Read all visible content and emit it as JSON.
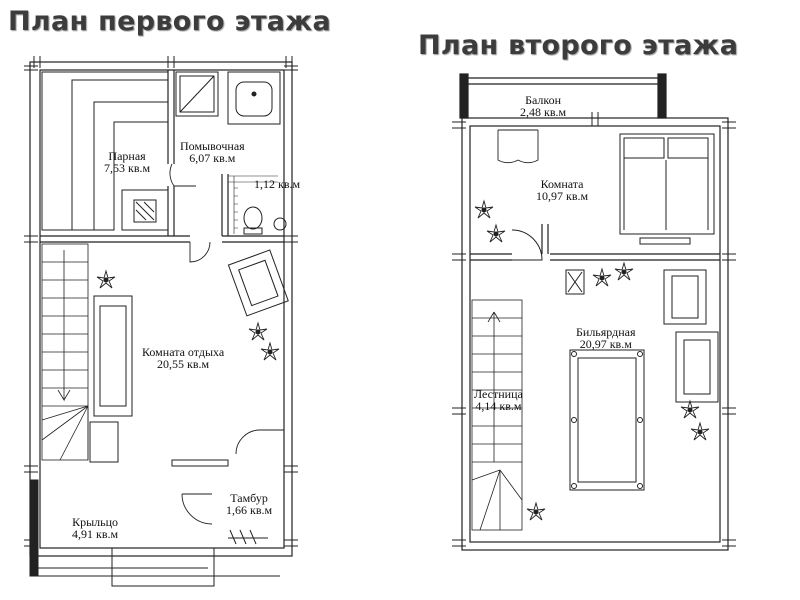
{
  "plan1": {
    "title": "План первого этажа",
    "rooms": [
      {
        "name": "Парная",
        "area": "7,53 кв.м"
      },
      {
        "name": "Помывочная",
        "area": "6,07 кв.м"
      },
      {
        "name": "",
        "area": "1,12 кв.м"
      },
      {
        "name": "Комната отдыха",
        "area": "20,55 кв.м"
      },
      {
        "name": "Тамбур",
        "area": "1,66 кв.м"
      },
      {
        "name": "Крыльцо",
        "area": "4,91 кв.м"
      }
    ]
  },
  "plan2": {
    "title": "План второго этажа",
    "rooms": [
      {
        "name": "Балкон",
        "area": "2,48 кв.м"
      },
      {
        "name": "Комната",
        "area": "10,97 кв.м"
      },
      {
        "name": "Бильярдная",
        "area": "20,97 кв.м"
      },
      {
        "name": "Лестница",
        "area": "4,14 кв.м"
      }
    ]
  }
}
